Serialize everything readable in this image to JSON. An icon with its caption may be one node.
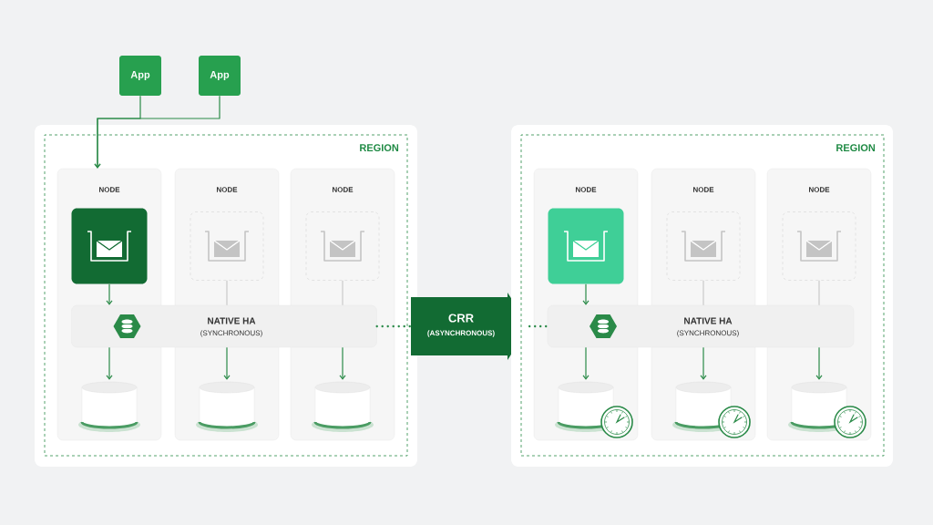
{
  "diagram": {
    "nodes": [
      {
        "text": [
          "App"
        ]
      },
      {
        "text": [
          "App"
        ]
      },
      {
        "text": [
          "REGION"
        ]
      },
      {
        "text": [
          "NODE"
        ],
        "in": 2
      },
      {
        "text": [
          "NODE"
        ],
        "in": 2
      },
      {
        "text": [
          "NODE"
        ],
        "in": 2
      },
      {
        "text": [],
        "shape": "box",
        "in": 3
      },
      {
        "text": [],
        "shape": "box",
        "in": 4
      },
      {
        "text": [],
        "shape": "box",
        "in": 5
      },
      {
        "text": [
          "NATIVE HA",
          "(SYNCHRONOUS)"
        ],
        "in": 2
      },
      {
        "text": [],
        "shape": "cylinder",
        "in": 3
      },
      {
        "text": [],
        "shape": "cylinder",
        "in": 4
      },
      {
        "text": [],
        "shape": "cylinder",
        "in": 5
      },
      {
        "text": [
          "CRR",
          "(ASYNCHRONOUS)"
        ]
      },
      {
        "text": [
          "REGION"
        ]
      },
      {
        "text": [
          "NODE"
        ],
        "in": 14
      },
      {
        "text": [
          "NODE"
        ],
        "in": 14
      },
      {
        "text": [
          "NODE"
        ],
        "in": 14
      },
      {
        "text": [],
        "shape": "box",
        "in": 15
      },
      {
        "text": [],
        "shape": "box",
        "in": 16
      },
      {
        "text": [],
        "shape": "box",
        "in": 17
      },
      {
        "text": [
          "NATIVE HA",
          "(SYNCHRONOUS)"
        ],
        "in": 14
      },
      {
        "text": [],
        "shape": "cylinder",
        "in": 15
      },
      {
        "text": [],
        "shape": "cylinder",
        "in": 16
      },
      {
        "text": [],
        "shape": "cylinder",
        "in": 17
      }
    ],
    "edges": [
      {
        "from": 0,
        "to": 3,
        "arrow": "to"
      },
      {
        "from": 1,
        "to": 3,
        "arrow": "to"
      },
      {
        "from": 6,
        "to": 9,
        "arrow": "to"
      },
      {
        "from": 7,
        "to": 9,
        "arrow": "none",
        "color": "#c9c9c9"
      },
      {
        "from": 8,
        "to": 9,
        "arrow": "none",
        "color": "#c9c9c9"
      },
      {
        "from": 9,
        "to": 10,
        "arrow": "to"
      },
      {
        "from": 9,
        "to": 11,
        "arrow": "to"
      },
      {
        "from": 9,
        "to": 12,
        "arrow": "to"
      },
      {
        "from": 9,
        "to": 13,
        "arrow": "none",
        "style": "dashed"
      },
      {
        "from": 13,
        "to": 21,
        "arrow": "none",
        "style": "dashed"
      },
      {
        "from": 18,
        "to": 21,
        "arrow": "to"
      },
      {
        "from": 19,
        "to": 21,
        "arrow": "none",
        "color": "#c9c9c9"
      },
      {
        "from": 20,
        "to": 21,
        "arrow": "none",
        "color": "#c9c9c9"
      },
      {
        "from": 21,
        "to": 22,
        "arrow": "to"
      },
      {
        "from": 21,
        "to": 23,
        "arrow": "to"
      },
      {
        "from": 21,
        "to": 24,
        "arrow": "to"
      }
    ]
  }
}
